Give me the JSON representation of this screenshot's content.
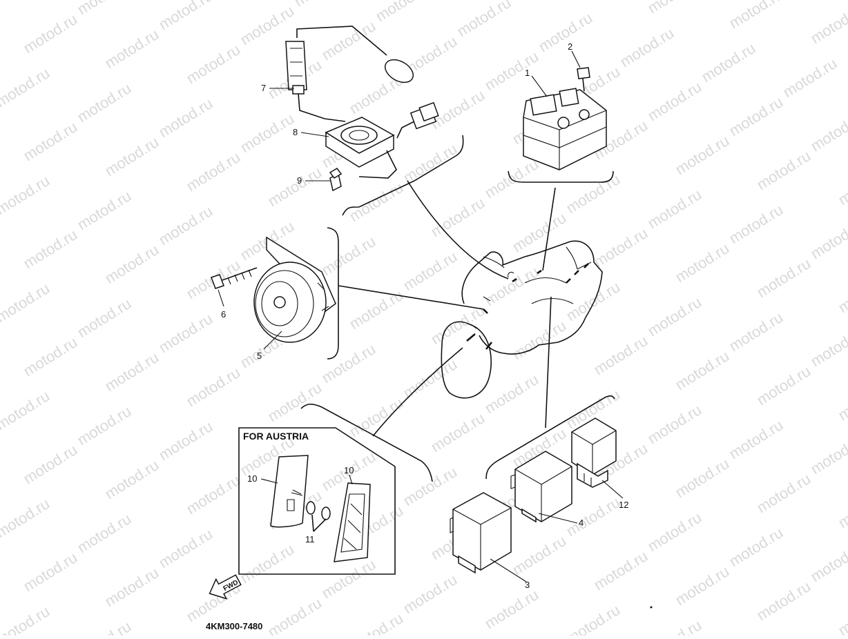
{
  "diagram": {
    "watermark_text": "motod.ru",
    "inset_title": "FOR AUSTRIA",
    "drawing_code": "4KM300-7480",
    "fwd_label": "FWD",
    "callouts": {
      "c1": "1",
      "c2": "2",
      "c3": "3",
      "c4": "4",
      "c5": "5",
      "c6": "6",
      "c7": "7",
      "c8": "8",
      "c9": "9",
      "c10a": "10",
      "c10b": "10",
      "c11": "11",
      "c12": "12"
    }
  }
}
